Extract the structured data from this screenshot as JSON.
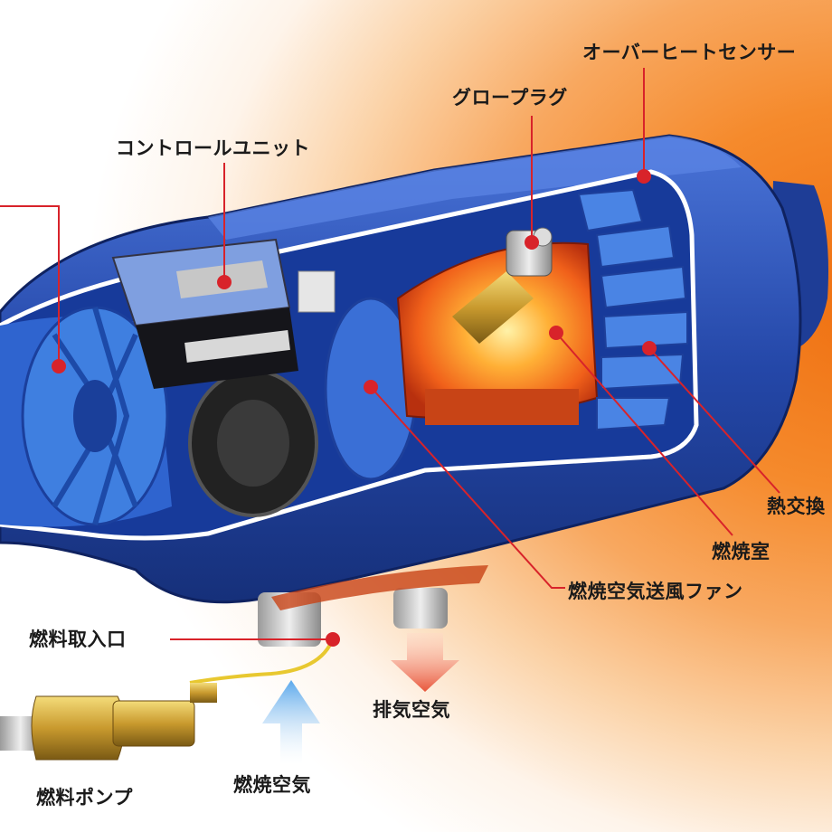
{
  "labels": {
    "overheat_sensor": "オーバーヒートセンサー",
    "glow_plug": "グロープラグ",
    "control_unit": "コントロールユニット",
    "heat_exchanger": "熱交換",
    "combustion_chamber": "燃焼室",
    "combustion_air_fan": "燃焼空気送風ファン",
    "fuel_intake": "燃料取入口",
    "exhaust_air": "排気空気",
    "combustion_air": "燃焼空気",
    "fuel_pump": "燃料ポンプ"
  },
  "colors": {
    "leader_line": "#d8232a",
    "body_blue": "#2a4fb5",
    "fan_blue": "#3f7fe0",
    "flame": "#f26a1b",
    "exhaust_arrow": "#e8553a",
    "intake_arrow": "#5aa8ec",
    "brass": "#c9a43a"
  }
}
